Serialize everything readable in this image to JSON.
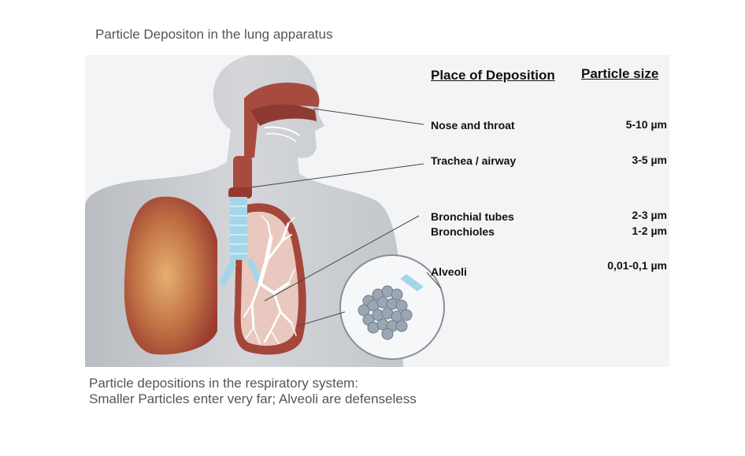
{
  "title": "Particle Depositon in the lung apparatus",
  "headers": {
    "place": "Place of Deposition",
    "size": "Particle size"
  },
  "rows": [
    {
      "place": "Nose and throat",
      "size": "5-10 µm"
    },
    {
      "place": "Trachea / airway",
      "size": "3-5 µm"
    },
    {
      "place": "Bronchial tubes",
      "size": "2-3 µm"
    },
    {
      "place": "Bronchioles",
      "size": "1-2 µm"
    },
    {
      "place": "Alveoli",
      "size": "0,01-0,1 µm"
    }
  ],
  "caption": {
    "line1": "Particle depositions in the respiratory system:",
    "line2": "Smaller Particles enter very far; Alveoli are defenseless"
  },
  "colors": {
    "body": "#c6c9cd",
    "lung": "#a9463a",
    "airway": "#a4d6ea",
    "alveoli": "#8c9aa8"
  }
}
